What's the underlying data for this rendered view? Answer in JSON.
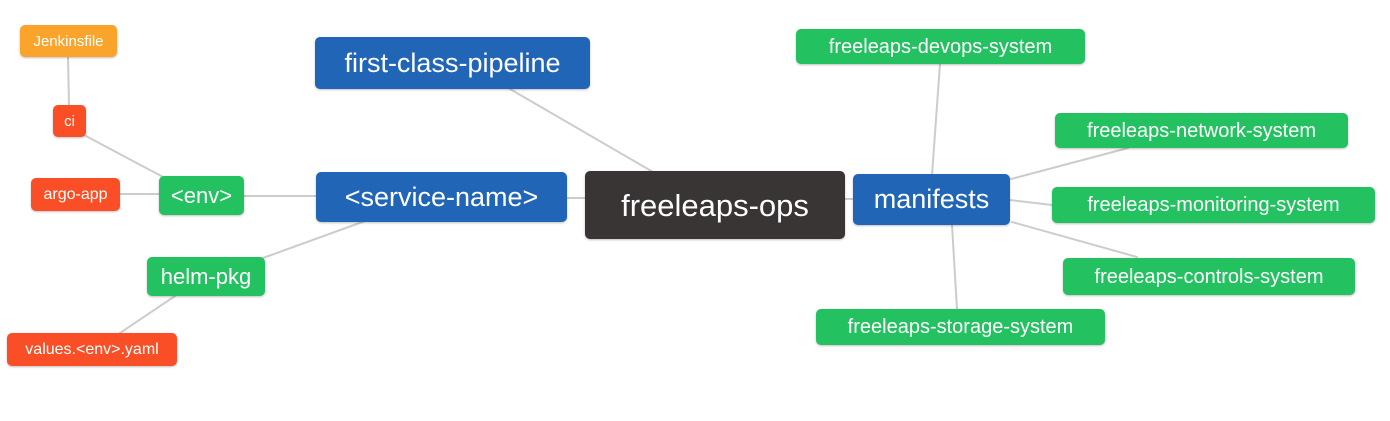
{
  "diagram": {
    "title": "freeleaps-ops mind map",
    "background": "#ffffff",
    "edge_color": "#cccccc",
    "palette": {
      "blue": "#2165b6",
      "green": "#24c161",
      "red": "#fa4f26",
      "orange": "#faa42c",
      "dark": "#3a3535"
    },
    "nodes": {
      "jenkinsfile": {
        "label": "Jenkinsfile",
        "color": "orange"
      },
      "ci": {
        "label": "ci",
        "color": "red"
      },
      "argo_app": {
        "label": "argo-app",
        "color": "red"
      },
      "env": {
        "label": "<env>",
        "color": "green"
      },
      "helm_pkg": {
        "label": "helm-pkg",
        "color": "green"
      },
      "values_env_yaml": {
        "label": "values.<env>.yaml",
        "color": "red"
      },
      "first_class_pipeline": {
        "label": "first-class-pipeline",
        "color": "blue"
      },
      "service_name": {
        "label": "<service-name>",
        "color": "blue"
      },
      "freeleaps_ops": {
        "label": "freeleaps-ops",
        "color": "dark"
      },
      "manifests": {
        "label": "manifests",
        "color": "blue"
      },
      "devops_system": {
        "label": "freeleaps-devops-system",
        "color": "green"
      },
      "network_system": {
        "label": "freeleaps-network-system",
        "color": "green"
      },
      "monitoring_system": {
        "label": "freeleaps-monitoring-system",
        "color": "green"
      },
      "controls_system": {
        "label": "freeleaps-controls-system",
        "color": "green"
      },
      "storage_system": {
        "label": "freeleaps-storage-system",
        "color": "green"
      }
    },
    "edges": [
      {
        "from": "jenkinsfile",
        "to": "ci"
      },
      {
        "from": "ci",
        "to": "env"
      },
      {
        "from": "argo_app",
        "to": "env"
      },
      {
        "from": "env",
        "to": "service_name"
      },
      {
        "from": "helm_pkg",
        "to": "service_name"
      },
      {
        "from": "values_env_yaml",
        "to": "helm_pkg"
      },
      {
        "from": "first_class_pipeline",
        "to": "freeleaps_ops"
      },
      {
        "from": "service_name",
        "to": "freeleaps_ops"
      },
      {
        "from": "freeleaps_ops",
        "to": "manifests"
      },
      {
        "from": "manifests",
        "to": "devops_system"
      },
      {
        "from": "manifests",
        "to": "network_system"
      },
      {
        "from": "manifests",
        "to": "monitoring_system"
      },
      {
        "from": "manifests",
        "to": "controls_system"
      },
      {
        "from": "manifests",
        "to": "storage_system"
      }
    ]
  }
}
